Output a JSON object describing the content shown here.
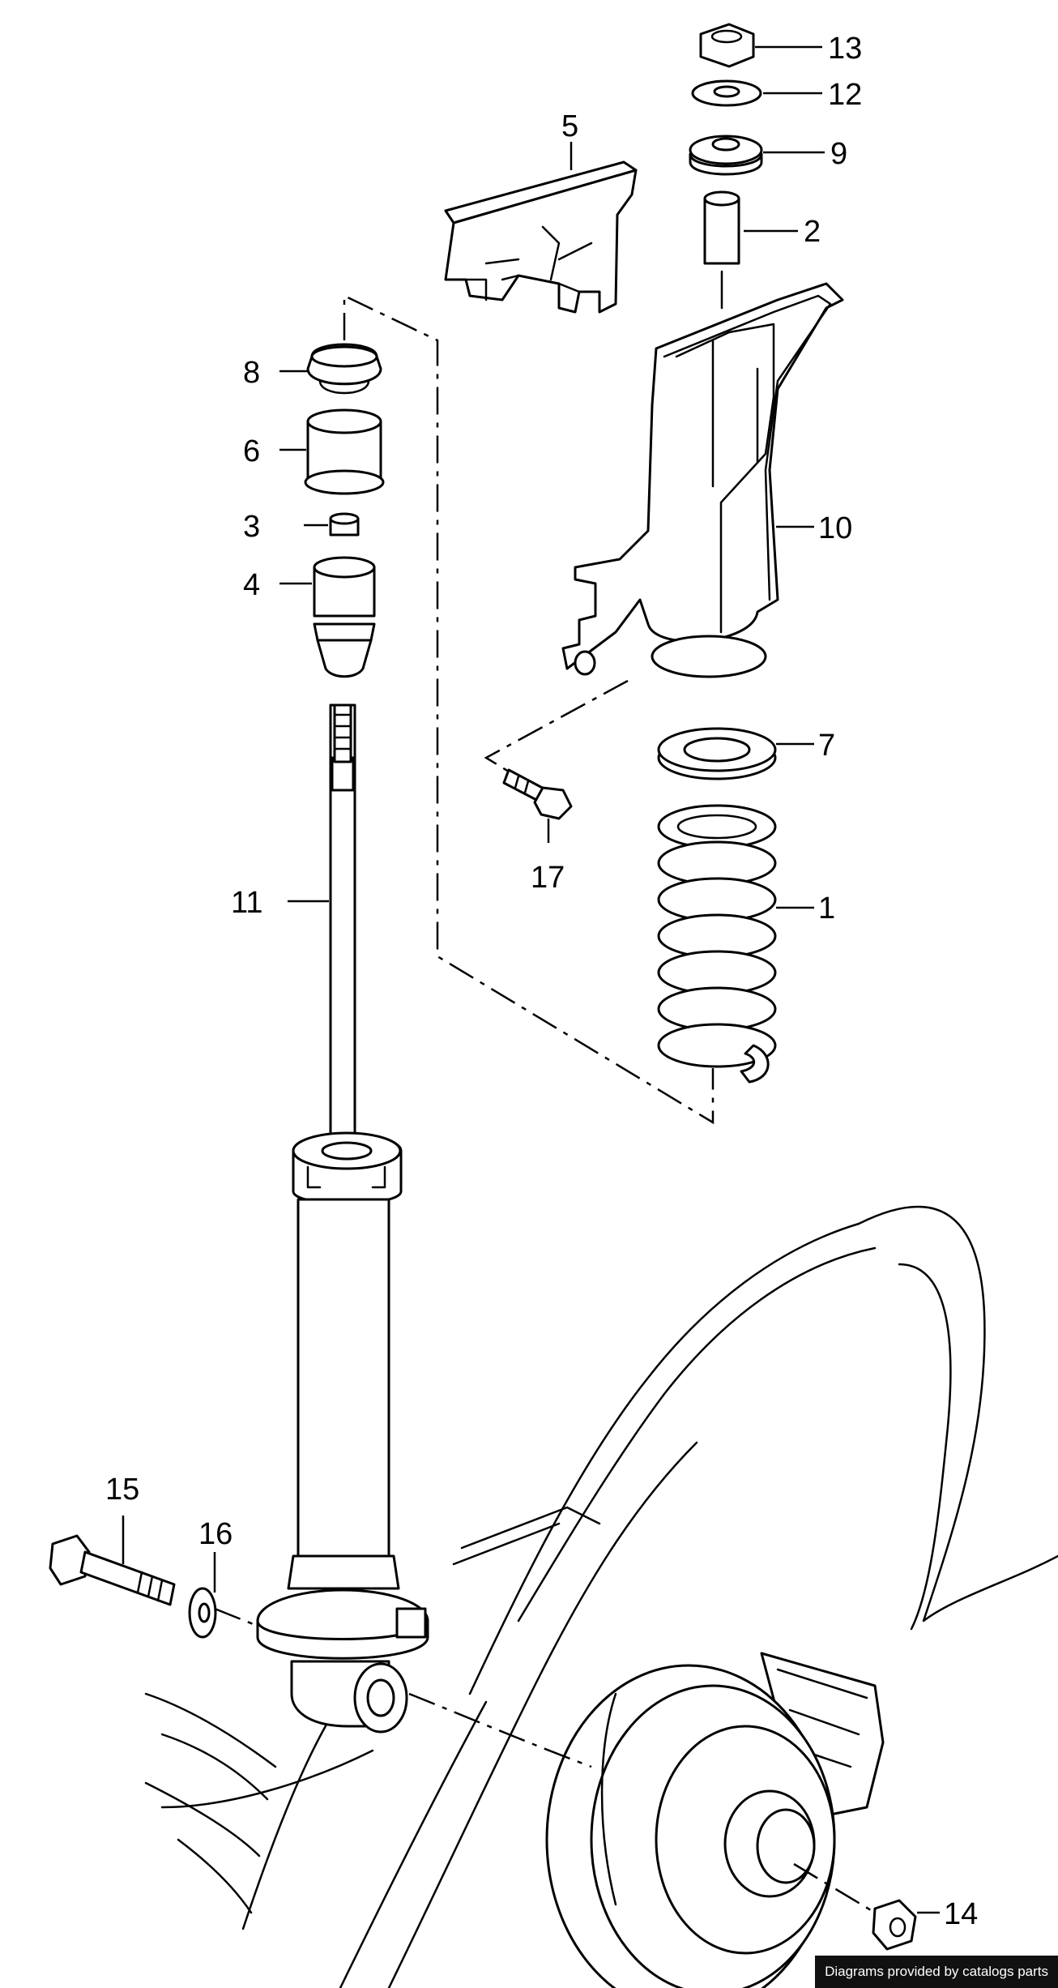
{
  "callouts": {
    "c1": "1",
    "c2": "2",
    "c3": "3",
    "c4": "4",
    "c5": "5",
    "c6": "6",
    "c7": "7",
    "c8": "8",
    "c9": "9",
    "c10": "10",
    "c11": "11",
    "c12": "12",
    "c13": "13",
    "c14": "14",
    "c15": "15",
    "c16": "16",
    "c17": "17"
  },
  "credit": "Diagrams provided by catalogs parts",
  "colors": {
    "line": "#000000",
    "background": "#ffffff",
    "credit_bg": "#111111"
  }
}
